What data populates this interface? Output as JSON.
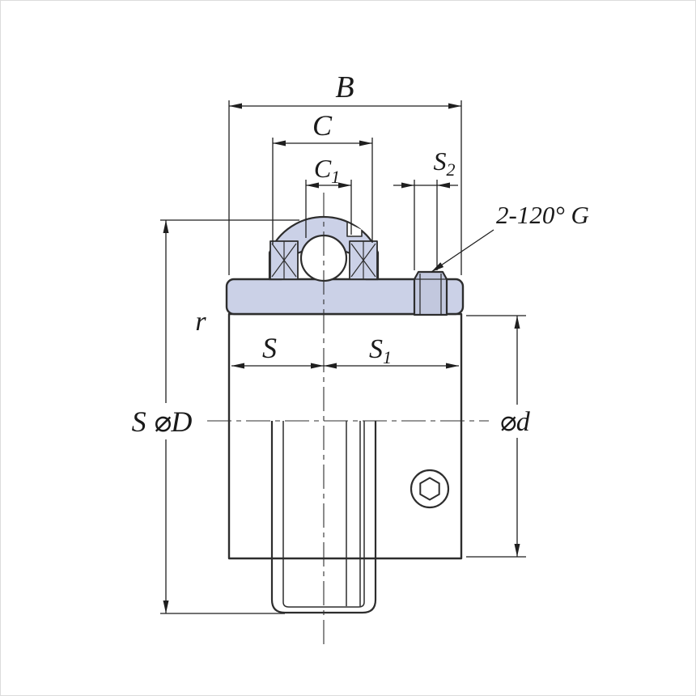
{
  "drawing": {
    "type": "bearing-dimensional-drawing",
    "colors": {
      "background": "#ffffff",
      "part_fill": "#cbd1e7",
      "screw_fill": "#c2c8de",
      "line": "#2d2d2d",
      "dim_line": "#1f1f1f"
    },
    "labels": {
      "B": "B",
      "C": "C",
      "C1": {
        "base": "C",
        "sub": "1"
      },
      "S2": {
        "base": "S",
        "sub": "2"
      },
      "note_g": "2-120° G",
      "r": "r",
      "S": "S",
      "S1": {
        "base": "S",
        "sub": "1"
      },
      "SD": "S ⌀D",
      "d": "⌀d"
    }
  }
}
